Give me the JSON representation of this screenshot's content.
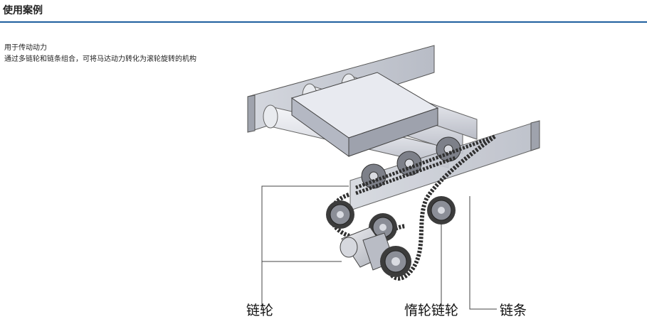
{
  "section": {
    "title": "使用案例"
  },
  "description": {
    "line1": "用于传动动力",
    "line2": "通过多链轮和链条组合，可将马达动力转化为滚轮旋转的机构"
  },
  "figure": {
    "labels": {
      "sprocket": "链轮",
      "idler_sprocket": "惰轮链轮",
      "chain": "链条"
    }
  },
  "colors": {
    "accent": "#1f5f9e",
    "frame": "#c8cbd4",
    "roller": "#e2e4ea",
    "chain": "#3a3a3a"
  }
}
